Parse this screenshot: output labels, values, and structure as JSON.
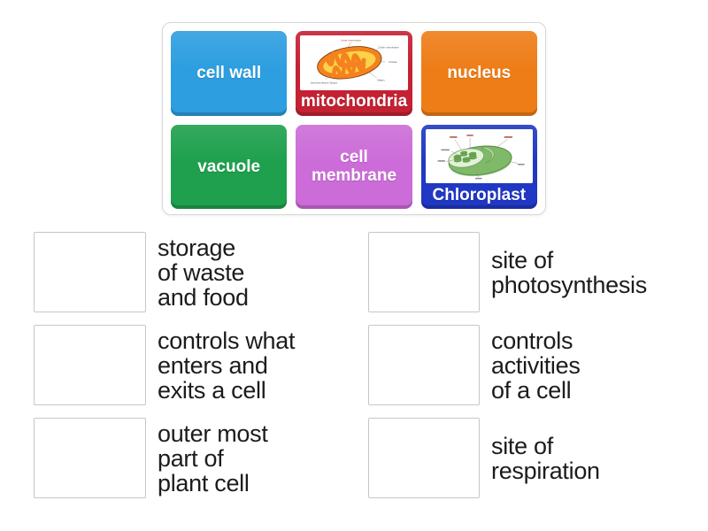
{
  "tiles": [
    {
      "label": "cell wall",
      "color": "#2D9EE0"
    },
    {
      "label": "mitochondria",
      "color": "#C42133"
    },
    {
      "label": "nucleus",
      "color": "#EE7D18"
    },
    {
      "label": "vacuole",
      "color": "#1EA04E"
    },
    {
      "label": "cell\nmembrane",
      "color": "#CC6CD8"
    },
    {
      "label": "Chloroplast",
      "color": "#2038C4"
    }
  ],
  "matches": {
    "left": [
      {
        "definition": "storage\nof waste\nand food"
      },
      {
        "definition": "controls what\nenters and\nexits a cell"
      },
      {
        "definition": "outer most\npart of\nplant cell"
      }
    ],
    "right": [
      {
        "definition": "site of\nphotosynthesis"
      },
      {
        "definition": "controls\nactivities\nof a cell"
      },
      {
        "definition": "site of\nrespiration"
      }
    ]
  },
  "image_labels": {
    "mitochondria": [
      "Inner membrane",
      "Outer membrane",
      "Cristae",
      "Intermembrane Space",
      "Matrix"
    ]
  },
  "diagram_colors": {
    "mito_outer": "#F5821E",
    "mito_inner": "#FBD24A",
    "mito_outline": "#7A3A00",
    "chloro_body": "#7FB969",
    "chloro_outline": "#4F8C3C",
    "chloro_cut": "#E3F1D8",
    "chloro_grana": "#6BAB51"
  }
}
